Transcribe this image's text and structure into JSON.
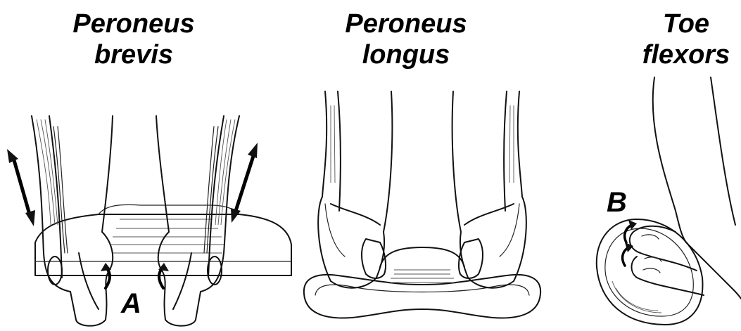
{
  "titles": {
    "brevis_line1": "Peroneus",
    "brevis_line2": "brevis",
    "longus_line1": "Peroneus",
    "longus_line2": "longus",
    "toe_line1": "Toe",
    "toe_line2": "flexors"
  },
  "labels": {
    "a": "A",
    "b": "B"
  }
}
